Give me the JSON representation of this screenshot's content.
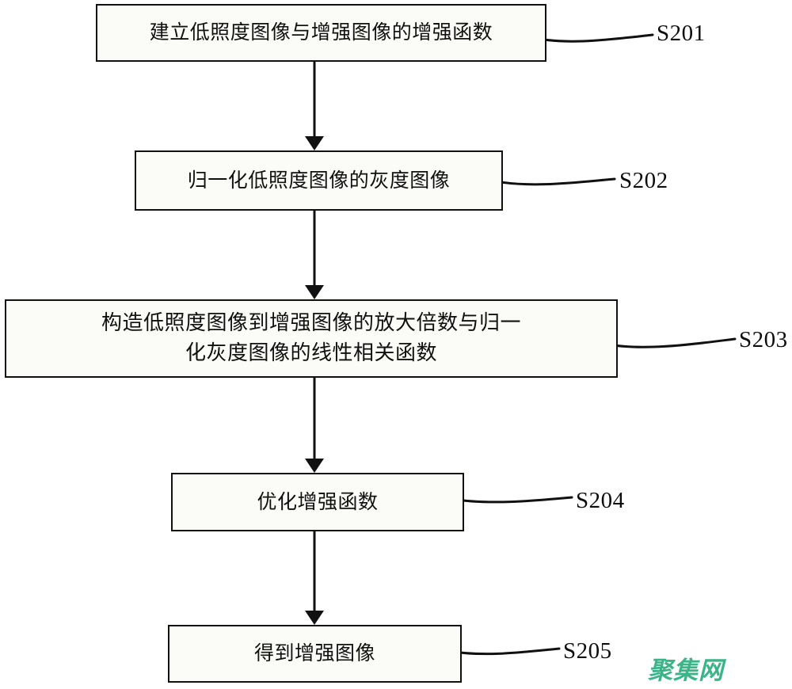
{
  "diagram": {
    "type": "flowchart",
    "orientation": "vertical",
    "background_color": "#ffffff",
    "line_color": "#111111",
    "box_fill_color": "#fbfbf8",
    "steps": [
      {
        "id": "S201",
        "text": "建立低照度图像与增强图像的增强函数",
        "tag": "S201"
      },
      {
        "id": "S202",
        "text": "归一化低照度图像的灰度图像",
        "tag": "S202"
      },
      {
        "id": "S203",
        "text": "构造低照度图像到增强图像的放大倍数与归一\n化灰度图像的线性相关函数",
        "tag": "S203"
      },
      {
        "id": "S204",
        "text": "优化增强函数",
        "tag": "S204"
      },
      {
        "id": "S205",
        "text": "得到增强图像",
        "tag": "S205"
      }
    ]
  },
  "watermark": {
    "text": "聚集网",
    "color": "#3cb489"
  }
}
